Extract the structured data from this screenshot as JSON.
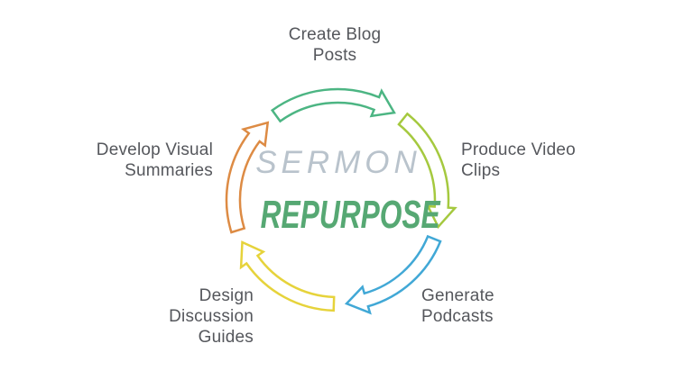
{
  "diagram": {
    "type": "cycle",
    "center_title_top": "SERMON",
    "center_title_bottom": "REPURPOSE",
    "steps": [
      "Create Blog Posts",
      "Produce Video Clips",
      "Generate Podcasts",
      "Design Discussion Guides",
      "Develop Visual Summaries"
    ]
  },
  "labels": {
    "blog": {
      "line1": "Create Blog",
      "line2": "Posts"
    },
    "video": {
      "line1": "Produce Video",
      "line2": "Clips"
    },
    "podcasts": {
      "line1": "Generate",
      "line2": "Podcasts"
    },
    "guides": {
      "line1": "Design",
      "line2": "Discussion",
      "line3": "Guides"
    },
    "visual": {
      "line1": "Develop Visual",
      "line2": "Summaries"
    }
  },
  "colors": {
    "background": "#ffffff",
    "sermon_text": "#b9c3cc",
    "repurpose_text": "#56a873",
    "label_text": "#55575c",
    "arrow_green": "#4cb583",
    "arrow_yellow_green": "#a5c93f",
    "arrow_blue": "#41a8d6",
    "arrow_yellow": "#e6d33b",
    "arrow_orange": "#dd8b44"
  },
  "arrows": [
    {
      "name": "cycle-arrow-top",
      "color": "#4cb583",
      "start_angle": 234,
      "end_angle": 303
    },
    {
      "name": "cycle-arrow-right",
      "color": "#a5c93f",
      "start_angle": 309,
      "end_angle": 375
    },
    {
      "name": "cycle-arrow-bottom-right",
      "color": "#41a8d6",
      "start_angle": 22,
      "end_angle": 85
    },
    {
      "name": "cycle-arrow-bottom-left",
      "color": "#e6d33b",
      "start_angle": 92,
      "end_angle": 156
    },
    {
      "name": "cycle-arrow-left",
      "color": "#dd8b44",
      "start_angle": 163,
      "end_angle": 228
    }
  ]
}
